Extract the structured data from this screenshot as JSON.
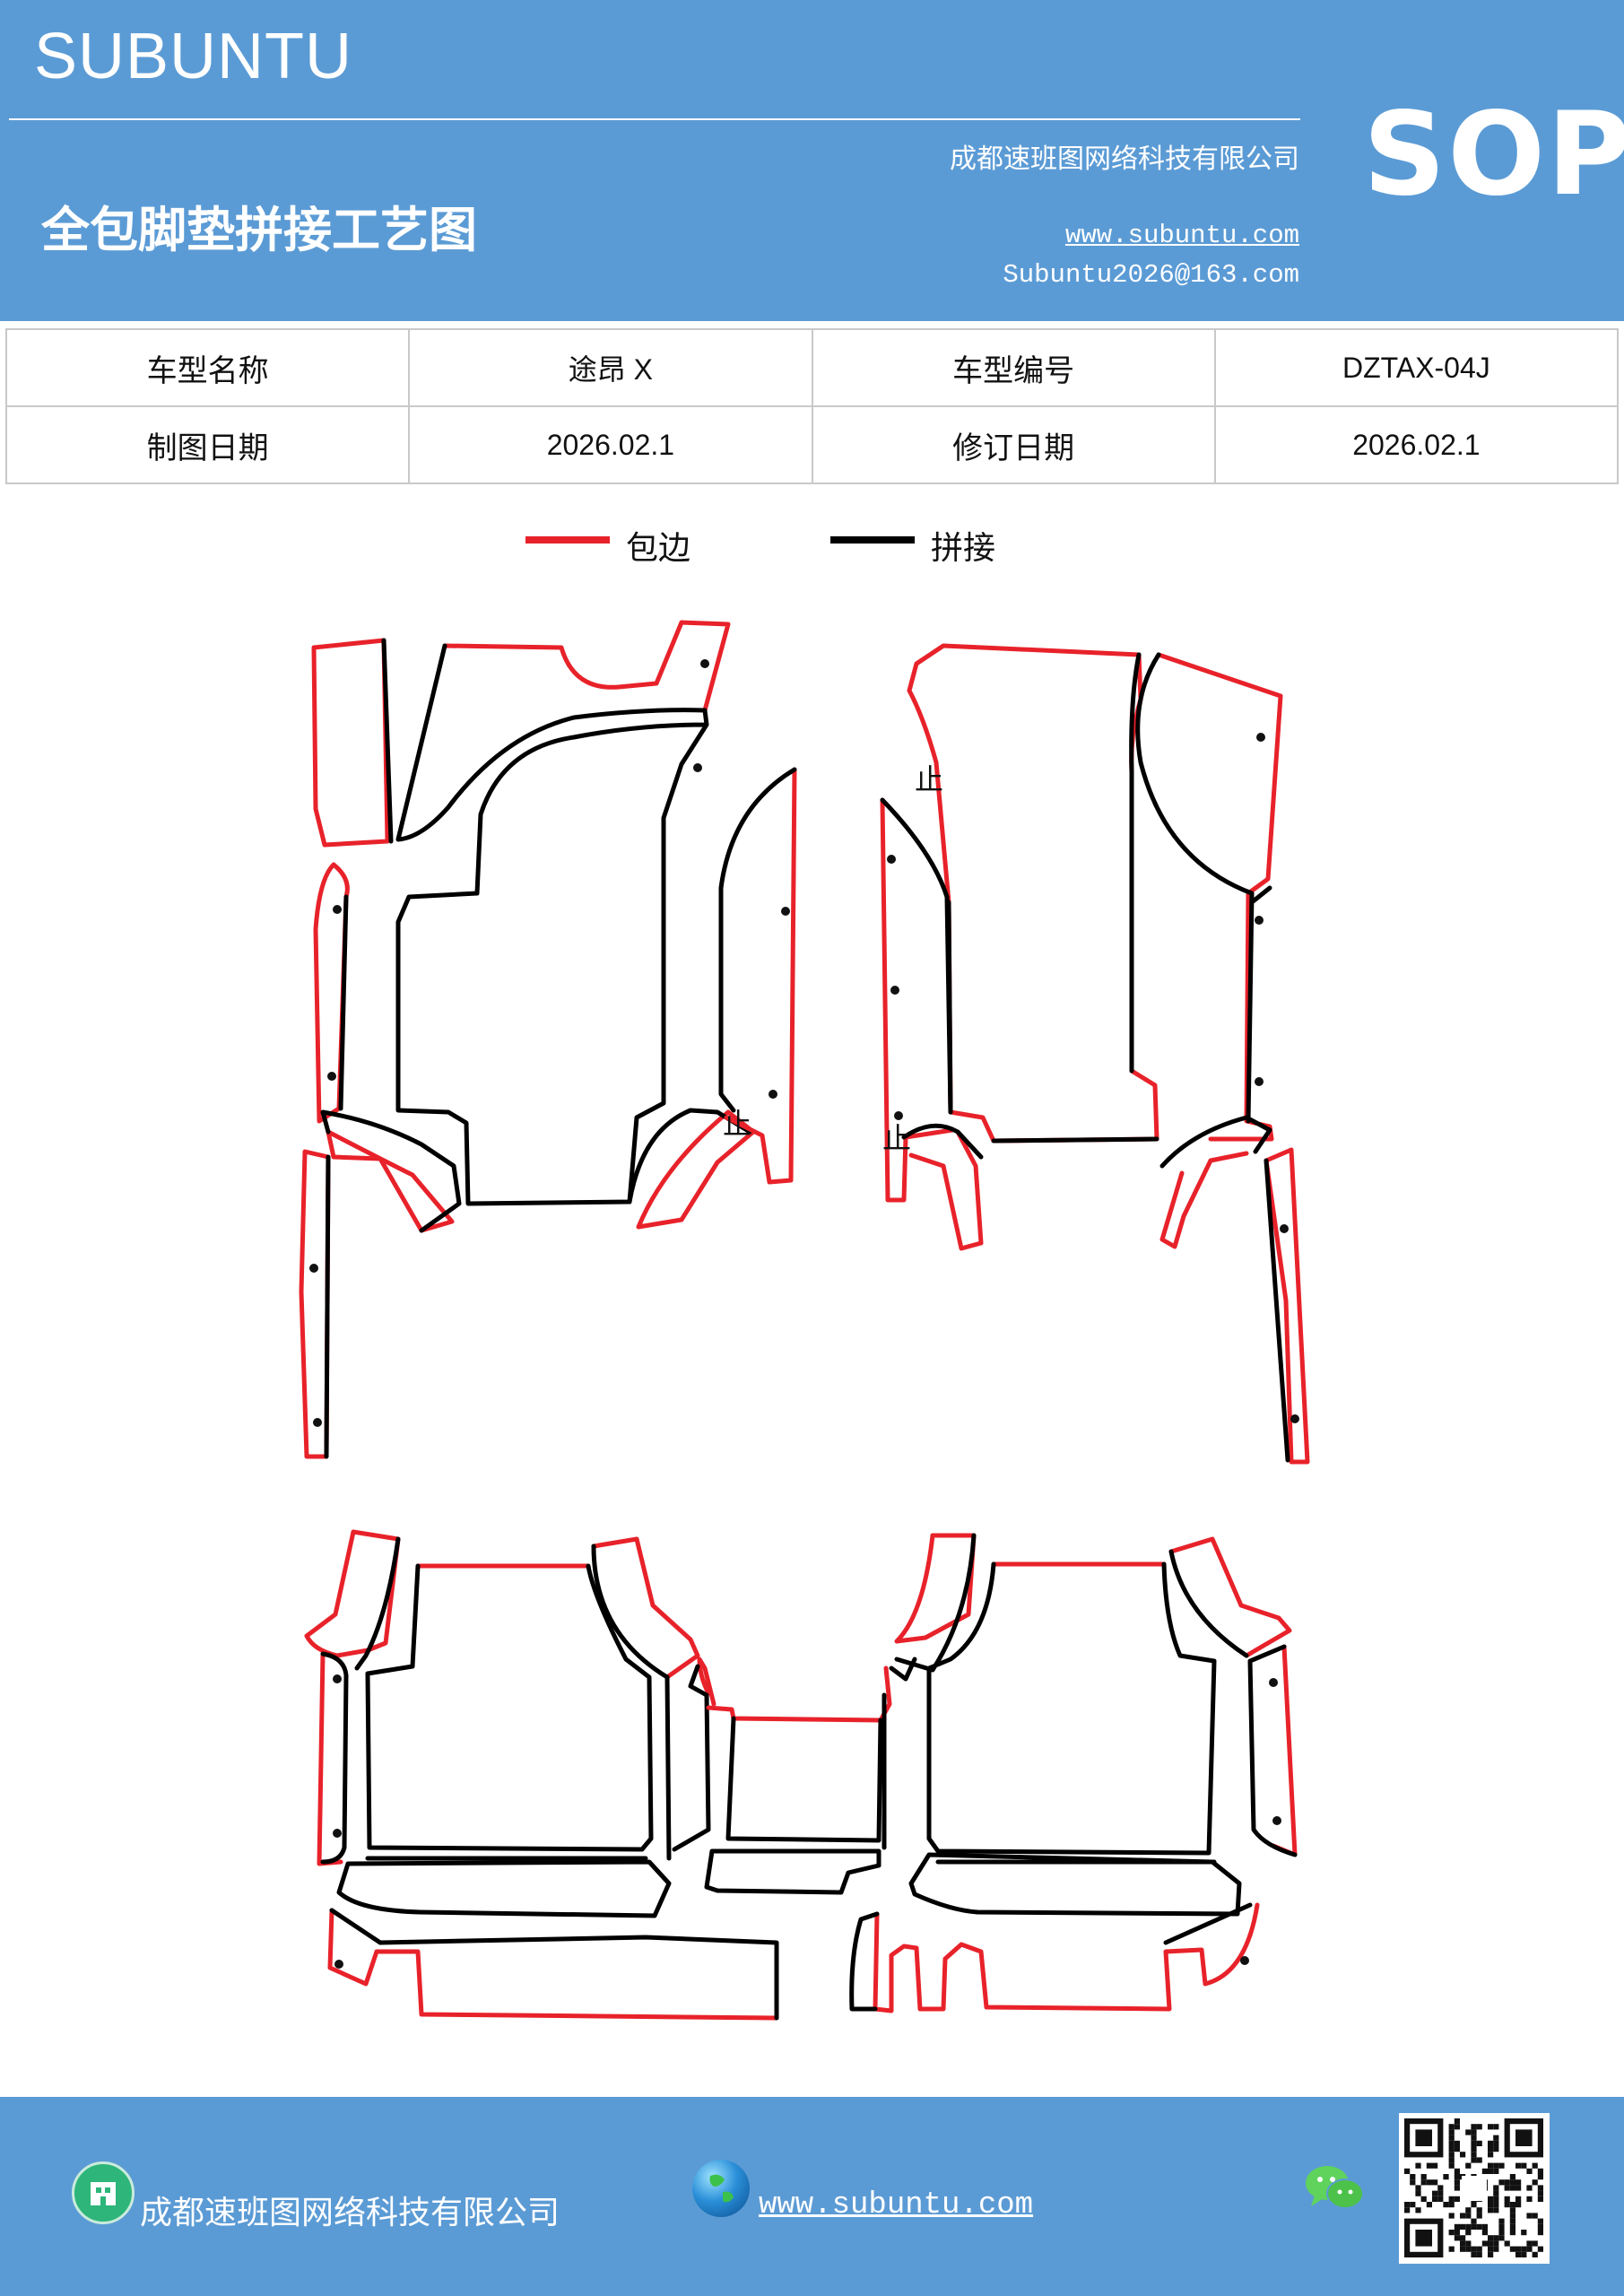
{
  "header": {
    "brand": "SUBUNTU",
    "company": "成都速班图网络科技有限公司",
    "title": "全包脚垫拼接工艺图",
    "website": "www.subuntu.com",
    "email": "Subuntu2026@163.com",
    "badge": "SOP"
  },
  "info_table": {
    "rows": [
      [
        "车型名称",
        "途昂 X",
        "车型编号",
        "DZTAX-04J"
      ],
      [
        "制图日期",
        "2026.02.1",
        "修订日期",
        "2026.02.1"
      ]
    ]
  },
  "legend": {
    "edge_label": "包边",
    "edge_color": "#e8222a",
    "seam_label": "拼接",
    "seam_color": "#000000"
  },
  "diagram": {
    "stop_mark": "止"
  },
  "footer": {
    "company": "成都速班图网络科技有限公司",
    "website": "www.subuntu.com",
    "company_icon": "building-icon",
    "website_icon": "globe-icon",
    "social_icon": "wechat-icon",
    "qr_icon": "qr-code-icon"
  },
  "colors": {
    "brand_blue": "#5b9bd5"
  }
}
